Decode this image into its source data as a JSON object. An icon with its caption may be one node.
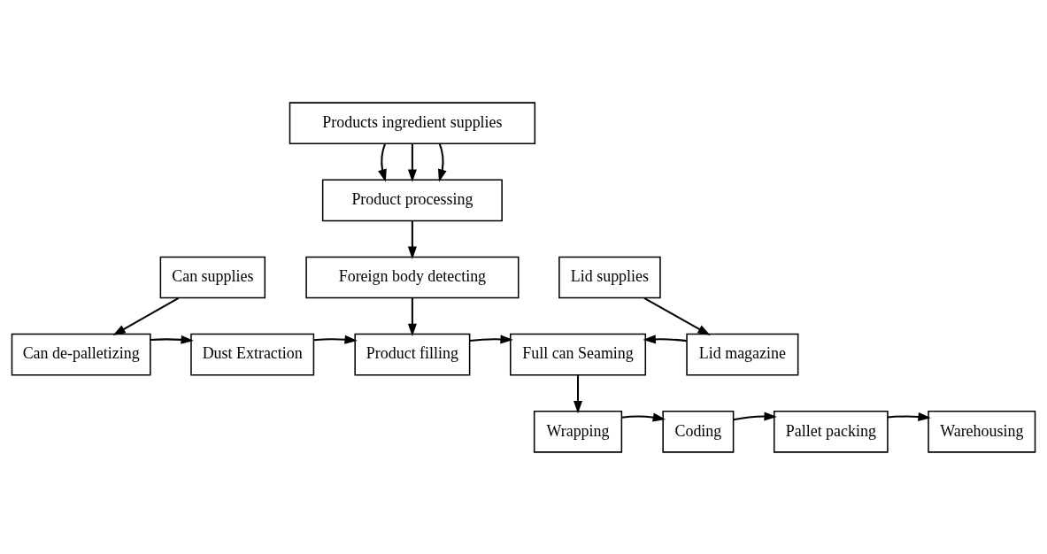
{
  "diagram": {
    "nodes": [
      {
        "text": [
          "Products ingredient supplies"
        ]
      },
      {
        "text": [
          "Product processing"
        ]
      },
      {
        "text": [
          "Foreign body detecting"
        ]
      },
      {
        "text": [
          "Can supplies"
        ]
      },
      {
        "text": [
          "Can de-palletizing"
        ]
      },
      {
        "text": [
          "Dust Extraction"
        ]
      },
      {
        "text": [
          "Product filling"
        ]
      },
      {
        "text": [
          "Full can Seaming"
        ]
      },
      {
        "text": [
          "Lid supplies"
        ]
      },
      {
        "text": [
          "Lid magazine"
        ]
      },
      {
        "text": [
          "Wrapping"
        ]
      },
      {
        "text": [
          "Coding"
        ]
      },
      {
        "text": [
          "Pallet packing"
        ]
      },
      {
        "text": [
          "Warehousing"
        ]
      }
    ],
    "edges": [
      {
        "from": 0,
        "to": 1,
        "arrow": "to"
      },
      {
        "from": 0,
        "to": 1,
        "arrow": "to"
      },
      {
        "from": 0,
        "to": 1,
        "arrow": "to"
      },
      {
        "from": 1,
        "to": 2,
        "arrow": "to"
      },
      {
        "from": 2,
        "to": 6,
        "arrow": "to"
      },
      {
        "from": 3,
        "to": 4,
        "arrow": "to"
      },
      {
        "from": 4,
        "to": 5,
        "arrow": "to"
      },
      {
        "from": 5,
        "to": 6,
        "arrow": "to"
      },
      {
        "from": 6,
        "to": 7,
        "arrow": "to"
      },
      {
        "from": 8,
        "to": 9,
        "arrow": "to"
      },
      {
        "from": 9,
        "to": 7,
        "arrow": "to"
      },
      {
        "from": 7,
        "to": 10,
        "arrow": "to"
      },
      {
        "from": 10,
        "to": 11,
        "arrow": "to"
      },
      {
        "from": 11,
        "to": 12,
        "arrow": "to"
      },
      {
        "from": 12,
        "to": 13,
        "arrow": "to"
      }
    ]
  }
}
